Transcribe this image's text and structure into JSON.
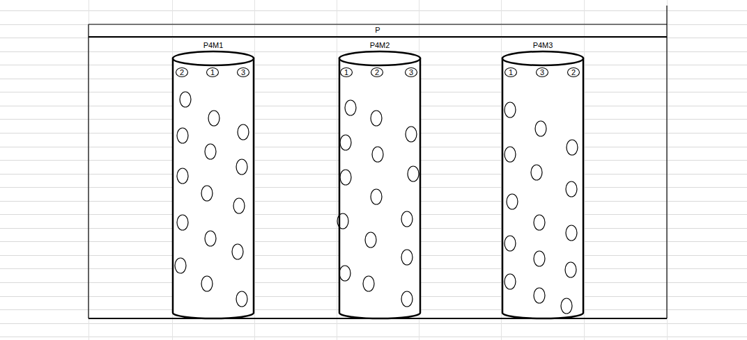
{
  "diagram": {
    "nodes": [
      {
        "text": [
          "P4M1"
        ]
      },
      {
        "text": [
          "2"
        ],
        "in": 0
      },
      {
        "text": [
          "1"
        ],
        "in": 0
      },
      {
        "text": [
          "3"
        ],
        "in": 0
      },
      {
        "text": [
          "P4M2"
        ]
      },
      {
        "text": [
          "1"
        ],
        "in": 4
      },
      {
        "text": [
          "2"
        ],
        "in": 4
      },
      {
        "text": [
          "3"
        ],
        "in": 4
      },
      {
        "text": [
          "P4M3"
        ]
      },
      {
        "text": [
          "1"
        ],
        "in": 8
      },
      {
        "text": [
          "3"
        ],
        "in": 8
      },
      {
        "text": [
          "2"
        ],
        "in": 8
      }
    ],
    "labels": [
      "P"
    ]
  }
}
